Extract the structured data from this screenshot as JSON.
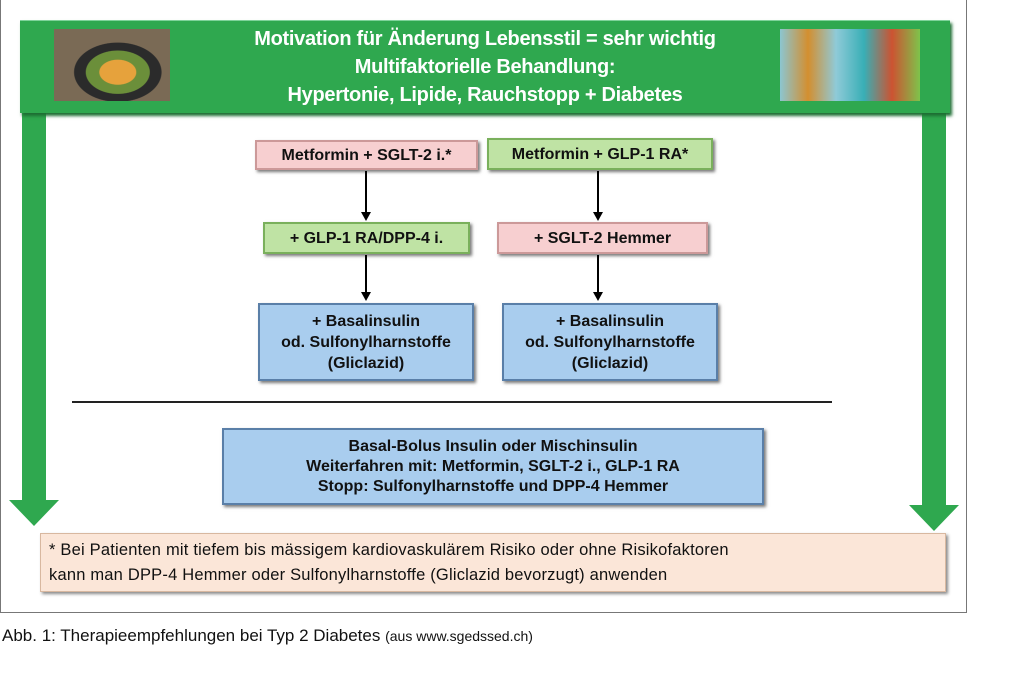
{
  "header": {
    "line1": "Motivation für Änderung Lebensstil = sehr wichtig",
    "line2": "Multifaktorielle Behandlung:",
    "line3": "Hypertonie, Lipide, Rauchstopp + Diabetes"
  },
  "left": {
    "step1": "Metformin + SGLT-2 i.*",
    "step2": "+ GLP-1 RA/DPP-4 i.",
    "step3": [
      "+ Basalinsulin",
      "od. Sulfonylharnstoffe",
      "(Gliclazid)"
    ]
  },
  "right": {
    "step1": "Metformin + GLP-1 RA*",
    "step2": "+ SGLT-2 Hemmer",
    "step3": [
      "+ Basalinsulin",
      "od. Sulfonylharnstoffe",
      "(Gliclazid)"
    ]
  },
  "bottom": [
    "Basal-Bolus Insulin oder Mischinsulin",
    "Weiterfahren mit:  Metformin, SGLT-2 i., GLP-1 RA",
    "Stopp: Sulfonylharnstoffe und DPP-4 Hemmer"
  ],
  "footnote": [
    "* Bei Patienten mit tiefem bis mässigem kardiovaskulärem Risiko oder ohne Risikofaktoren",
    "kann man DPP-4 Hemmer oder Sulfonylharnstoffe (Gliclazid bevorzugt) anwenden"
  ],
  "caption": {
    "main": "Abb. 1: Therapieempfehlungen bei Typ 2 Diabetes",
    "source": "(aus www.sgedssed.ch)"
  }
}
